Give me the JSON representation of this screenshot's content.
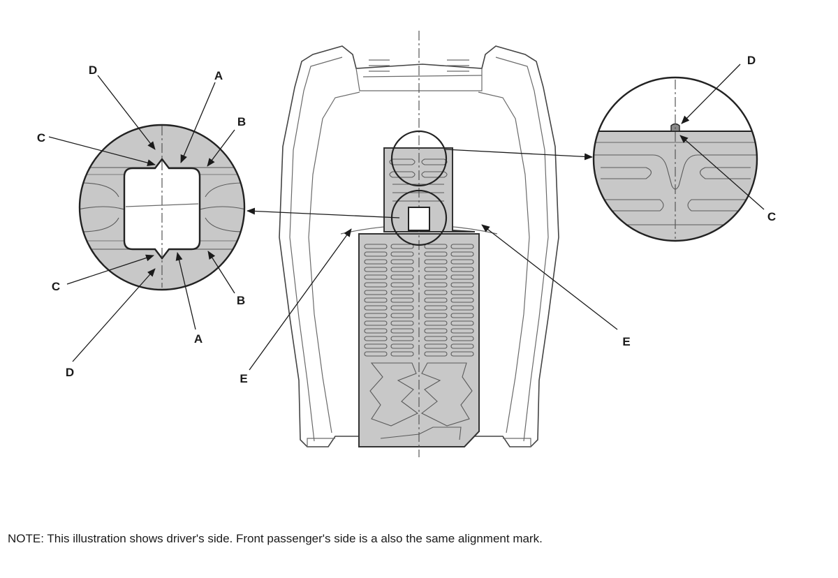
{
  "callouts": {
    "a": "A",
    "b": "B",
    "c": "C",
    "d": "D",
    "e": "E"
  },
  "note": "NOTE: This illustration shows driver's side. Front passenger's side is a also the same alignment mark.",
  "colors": {
    "sensor_pad": "#c8c8c8",
    "line": "#333333",
    "background": "#ffffff"
  },
  "icons": [
    "arrowhead-icon"
  ]
}
